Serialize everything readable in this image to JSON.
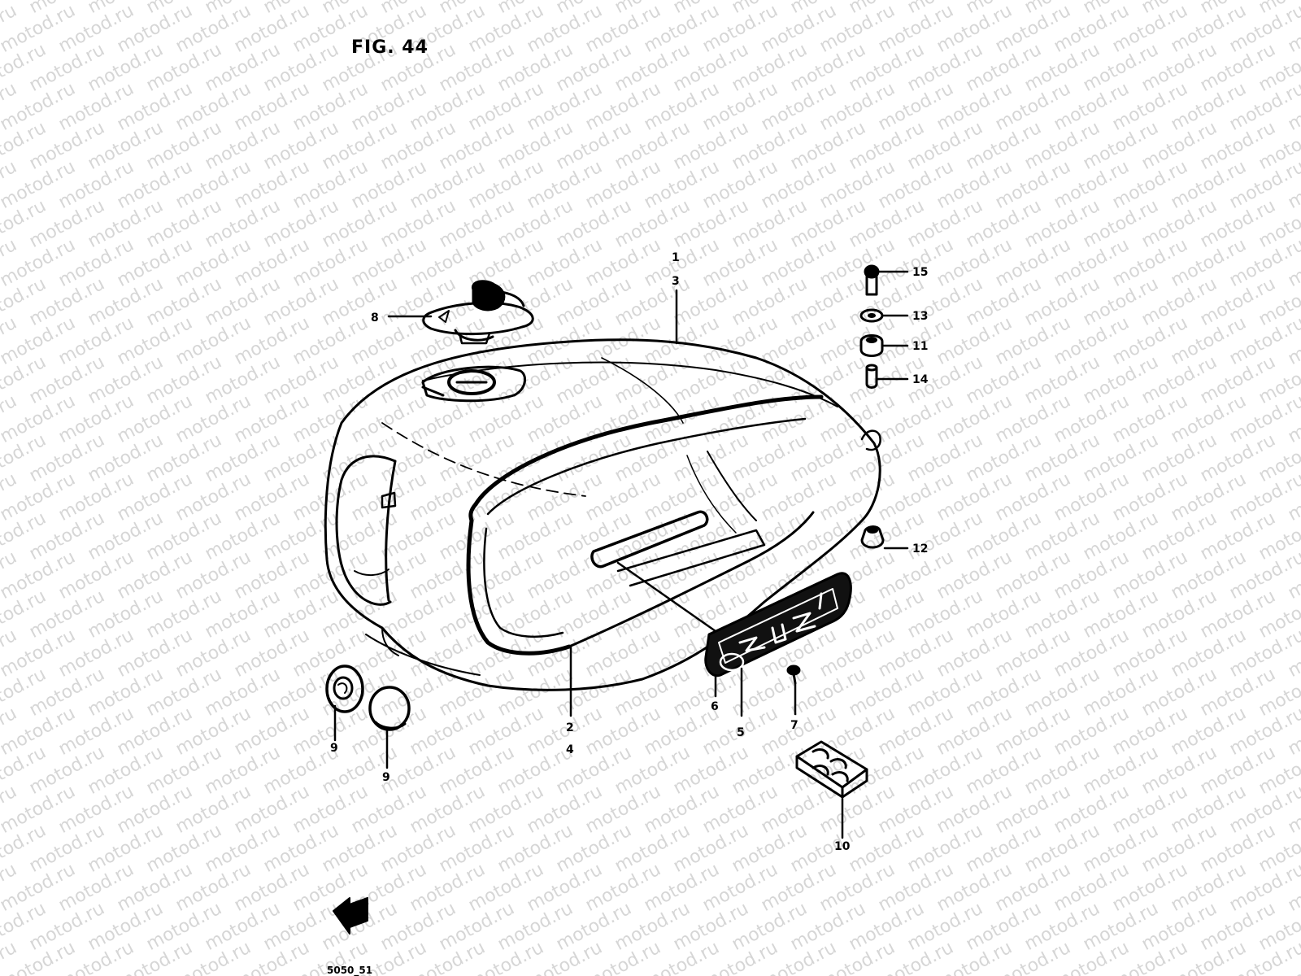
{
  "figure": {
    "title": "FIG. 44",
    "code": "5050_51"
  },
  "watermark": {
    "text": "motod.ru"
  },
  "callouts": {
    "c1": "1",
    "c3": "3",
    "c2": "2",
    "c4": "4",
    "c5": "5",
    "c6": "6",
    "c7": "7",
    "c8": "8",
    "c9a": "9",
    "c9b": "9",
    "c10": "10",
    "c11": "11",
    "c12": "12",
    "c13": "13",
    "c14": "14",
    "c15": "15"
  },
  "icons": {
    "direction": "front-direction-arrow-icon"
  },
  "colors": {
    "line": "#000000",
    "watermark": "#c9c9c9"
  }
}
